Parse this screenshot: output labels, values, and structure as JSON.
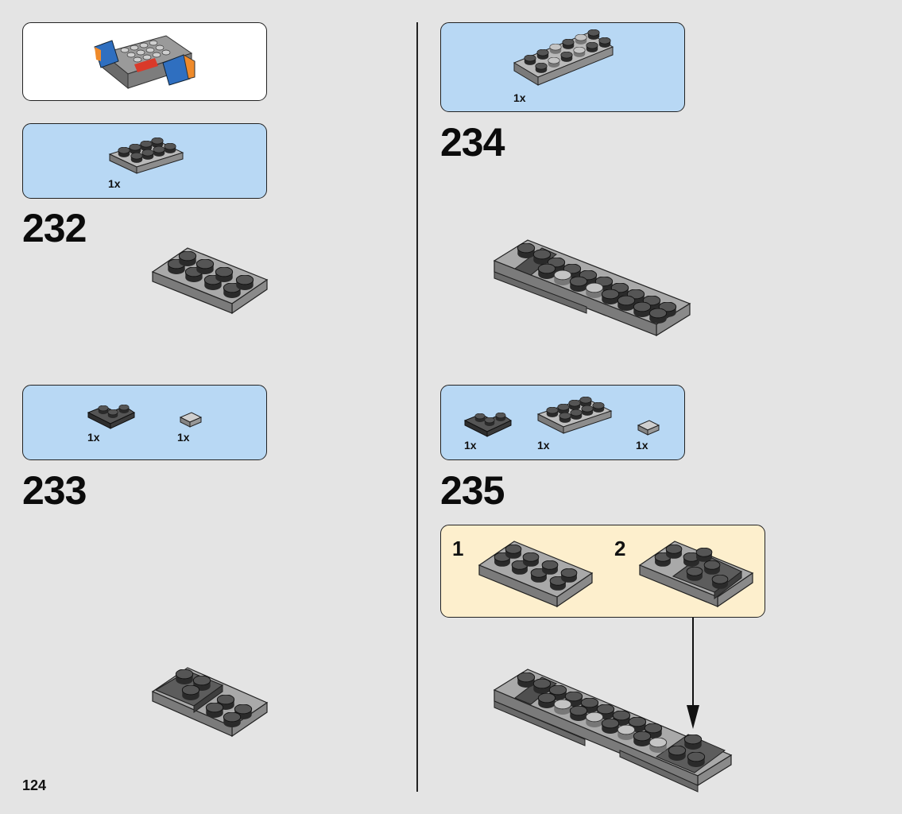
{
  "page": {
    "number": "124"
  },
  "left_column": {
    "overview": {
      "description_icon": "car-assembly-icon"
    },
    "step_232": {
      "number": "232",
      "parts": [
        {
          "quantity": "1x",
          "icon": "plate-2x4-light-gray-icon"
        }
      ]
    },
    "step_233": {
      "number": "233",
      "parts": [
        {
          "quantity": "1x",
          "icon": "corner-plate-dark-gray-icon"
        },
        {
          "quantity": "1x",
          "icon": "tile-1x1-light-gray-icon"
        }
      ]
    }
  },
  "right_column": {
    "step_234": {
      "number": "234",
      "parts": [
        {
          "quantity": "1x",
          "icon": "plate-2x6-light-gray-icon"
        }
      ]
    },
    "step_235": {
      "number": "235",
      "parts": [
        {
          "quantity": "1x",
          "icon": "corner-plate-dark-gray-icon"
        },
        {
          "quantity": "1x",
          "icon": "plate-2x4-light-gray-icon"
        },
        {
          "quantity": "1x",
          "icon": "tile-1x1-light-gray-icon"
        }
      ],
      "substeps": [
        {
          "label": "1"
        },
        {
          "label": "2"
        }
      ]
    }
  },
  "colors": {
    "page_background": "#e4e4e4",
    "parts_box": "#b8d8f4",
    "substep_box": "#fdefcd",
    "brick_light": "#a9a9a9",
    "brick_dark": "#4a4a4a"
  }
}
